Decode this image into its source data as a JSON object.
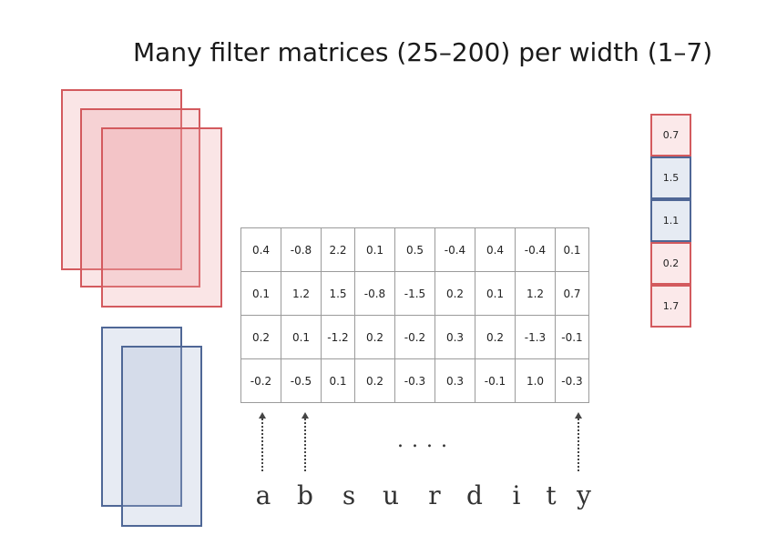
{
  "title": "Many filter matrices (25–200) per width (1–7)",
  "matrix": {
    "rows": [
      [
        "0.4",
        "-0.8",
        "2.2",
        "0.1",
        "0.5",
        "-0.4",
        "0.4",
        "-0.4",
        "0.1"
      ],
      [
        "0.1",
        "1.2",
        "1.5",
        "-0.8",
        "-1.5",
        "0.2",
        "0.1",
        "1.2",
        "0.7"
      ],
      [
        "0.2",
        "0.1",
        "-1.2",
        "0.2",
        "-0.2",
        "0.3",
        "0.2",
        "-1.3",
        "-0.1"
      ],
      [
        "-0.2",
        "-0.5",
        "0.1",
        "0.2",
        "-0.3",
        "0.3",
        "-0.1",
        "1.0",
        "-0.3"
      ]
    ]
  },
  "vector": [
    "0.7",
    "1.5",
    "1.1",
    "0.2",
    "1.7"
  ],
  "ellipsis": "....",
  "word_letters": [
    "a",
    "b",
    "s",
    "u",
    "r",
    "d",
    "i",
    "t",
    "y"
  ],
  "colors": {
    "red_filter": "#d35a5e",
    "blue_filter": "#4f6796"
  }
}
